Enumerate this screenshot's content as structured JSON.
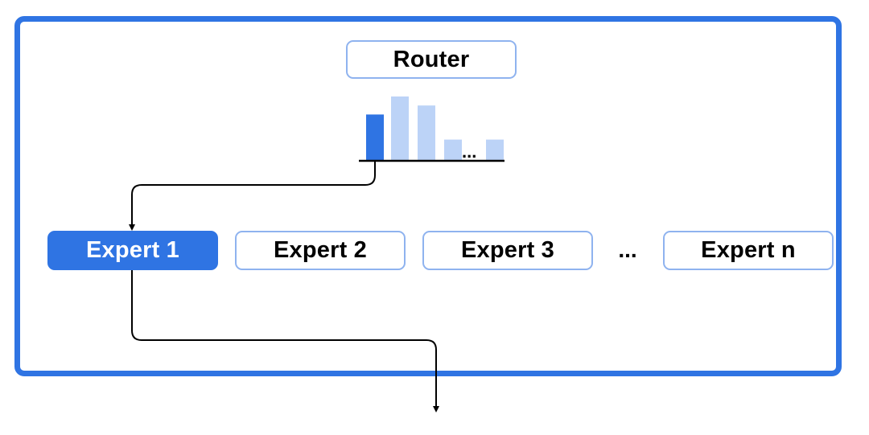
{
  "router": {
    "label": "Router"
  },
  "experts": [
    {
      "label": "Expert 1",
      "selected": true
    },
    {
      "label": "Expert 2",
      "selected": false
    },
    {
      "label": "Expert 3",
      "selected": false
    },
    {
      "label": "Expert n",
      "selected": false
    }
  ],
  "experts_ellipsis": "...",
  "chart_data": {
    "type": "bar",
    "values": [
      0.72,
      1.0,
      0.86,
      0.33,
      0.33
    ],
    "highlighted_index": 0,
    "continuation": "..."
  },
  "colors": {
    "accent": "#2f74e3",
    "light_bar": "#bcd3f7",
    "box_border": "#8fb3ef",
    "line": "#000000"
  }
}
